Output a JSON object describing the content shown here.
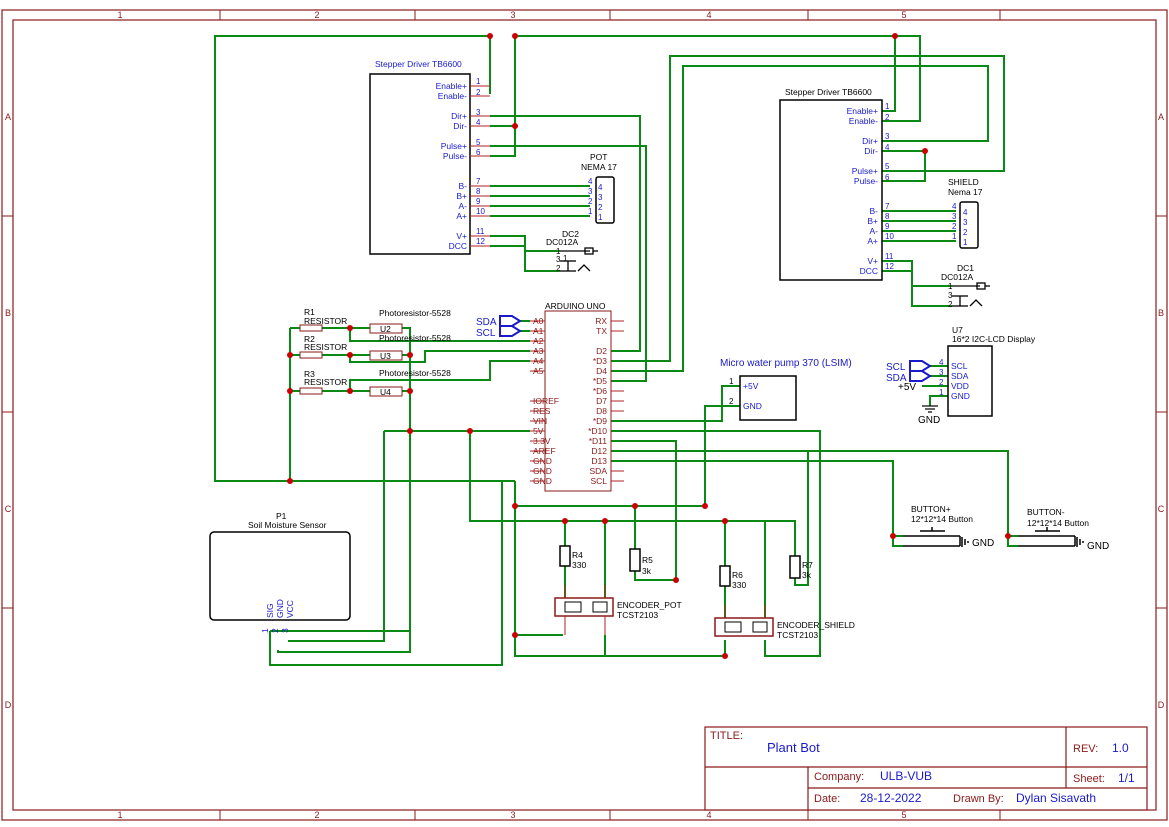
{
  "colors": {
    "frame": "#8b1a1a",
    "wire": "#0a8a14",
    "pin": "#b32020",
    "label": "#1a1acc",
    "junction": "#cc0000",
    "body": "#000000",
    "titleblue": "#1a1acc"
  },
  "border": {
    "cols": [
      "1",
      "2",
      "3",
      "4",
      "5"
    ],
    "rows": [
      "A",
      "B",
      "C",
      "D"
    ]
  },
  "driver1": {
    "title": "Stepper Driver TB6600",
    "pins": [
      "Enable+",
      "Enable-",
      "Dir+",
      "Dir-",
      "Pulse+",
      "Pulse-",
      "B-",
      "B+",
      "A-",
      "A+",
      "V+",
      "DCC"
    ],
    "nums": [
      "1",
      "2",
      "3",
      "4",
      "5",
      "6",
      "7",
      "8",
      "9",
      "10",
      "11",
      "12"
    ]
  },
  "driver2": {
    "title": "Stepper Driver TB6600",
    "pins": [
      "Enable+",
      "Enable-",
      "Dir+",
      "Dir-",
      "Pulse+",
      "Pulse-",
      "B-",
      "B+",
      "A-",
      "A+",
      "V+",
      "DCC"
    ],
    "nums": [
      "1",
      "2",
      "3",
      "4",
      "5",
      "6",
      "7",
      "8",
      "9",
      "10",
      "11",
      "12"
    ]
  },
  "motor1": {
    "ref": "POT",
    "value": "NEMA 17",
    "nums": [
      "4",
      "3",
      "2",
      "1"
    ]
  },
  "motor2": {
    "ref": "SHIELD",
    "value": "Nema 17",
    "nums": [
      "4",
      "3",
      "2",
      "1"
    ]
  },
  "dc2": {
    "ref": "DC2",
    "value": "DC012A",
    "nums": [
      "1",
      "3",
      "2"
    ]
  },
  "dc1": {
    "ref": "DC1",
    "value": "DC012A",
    "nums": [
      "1",
      "3",
      "2"
    ]
  },
  "arduino": {
    "title": "ARDUINO UNO",
    "left": [
      "A0",
      "A1",
      "A2",
      "A3",
      "A4",
      "A5",
      "IOREF",
      "RES",
      "VIN",
      "5V",
      "3.3V",
      "AREF",
      "GND",
      "GND",
      "GND"
    ],
    "right": [
      "RX",
      "TX",
      "D2",
      "D4",
      "*D3",
      "*D5",
      "*D6",
      "D7",
      "D8",
      "*D9",
      "*D10",
      "*D11",
      "D12",
      "D13",
      "SDA",
      "SCL"
    ]
  },
  "netflags": {
    "sda": "SDA",
    "scl": "SCL",
    "plus5v": "+5V",
    "gnd": "GND"
  },
  "resistors": [
    {
      "ref": "R1",
      "value": "RESISTOR"
    },
    {
      "ref": "R2",
      "value": "RESISTOR"
    },
    {
      "ref": "R3",
      "value": "RESISTOR"
    }
  ],
  "photo": [
    {
      "ref": "U2",
      "value": "Photoresistor-5528"
    },
    {
      "ref": "U3",
      "value": "Photoresistor-5528"
    },
    {
      "ref": "U4",
      "value": "Photoresistor-5528"
    }
  ],
  "pump": {
    "title": "Micro water pump 370 (LSIM)",
    "pins": [
      "+5V",
      "GND"
    ],
    "nums": [
      "1",
      "2"
    ]
  },
  "lcd": {
    "ref": "U7",
    "value": "16*2 I2C-LCD Display",
    "pins": [
      "SCL",
      "SDA",
      "VDD",
      "GND"
    ],
    "nums": [
      "4",
      "3",
      "2",
      "1"
    ]
  },
  "soil": {
    "ref": "P1",
    "value": "Soil Moisture Sensor",
    "pins": [
      "SIG",
      "GND",
      "VCC"
    ],
    "nums": [
      "1",
      "2",
      "3"
    ]
  },
  "smallres": [
    {
      "ref": "R4",
      "value": "330"
    },
    {
      "ref": "R5",
      "value": "3k"
    },
    {
      "ref": "R6",
      "value": "330"
    },
    {
      "ref": "R7",
      "value": "3k"
    }
  ],
  "encoders": [
    {
      "ref": "ENCODER_POT",
      "value": "TCST2103"
    },
    {
      "ref": "ENCODER_SHIELD",
      "value": "TCST2103"
    }
  ],
  "buttons": [
    {
      "ref": "BUTTON+",
      "value": "12*12*14 Button",
      "gnd": "GND"
    },
    {
      "ref": "BUTTON-",
      "value": "12*12*14 Button",
      "gnd": "GND"
    }
  ],
  "titleblock": {
    "title_label": "TITLE:",
    "title": "Plant Bot",
    "rev_label": "REV:",
    "rev": "1.0",
    "company_label": "Company:",
    "company": "ULB-VUB",
    "sheet_label": "Sheet:",
    "sheet": "1/1",
    "date_label": "Date:",
    "date": "28-12-2022",
    "drawn_label": "Drawn By:",
    "drawn": "Dylan Sisavath"
  }
}
